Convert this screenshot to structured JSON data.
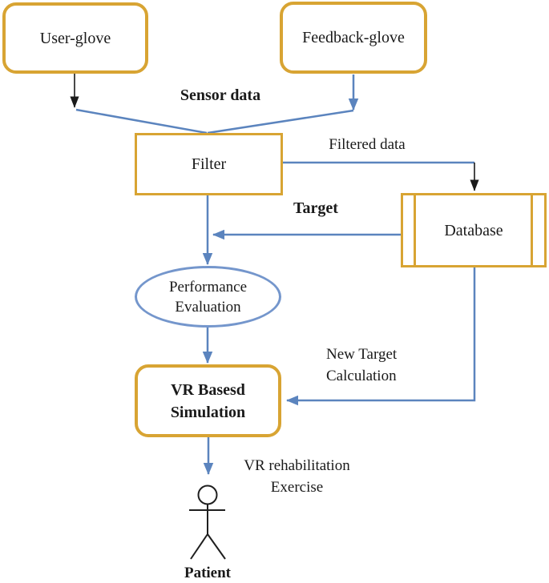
{
  "colors": {
    "node_border_gold": "#D8A433",
    "arrow_blue": "#5B84BE",
    "ellipse_border_blue": "#7496CC",
    "arrow_black": "#1A1A1A"
  },
  "nodes": {
    "user_glove": {
      "label": "User-glove",
      "shape": "rounded-rect"
    },
    "feedback_glove": {
      "label": "Feedback-glove",
      "shape": "rounded-rect"
    },
    "filter": {
      "label": "Filter",
      "shape": "rect"
    },
    "database": {
      "label": "Database",
      "shape": "stored-data-rect"
    },
    "performance_evaluation": {
      "line1": "Performance",
      "line2": "Evaluation",
      "shape": "ellipse"
    },
    "vr_simulation": {
      "line1": "VR Basesd",
      "line2": "Simulation",
      "shape": "rounded-rect"
    },
    "patient": {
      "label": "Patient",
      "shape": "stick-figure"
    }
  },
  "edge_labels": {
    "sensor_data": "Sensor data",
    "filtered_data": "Filtered data",
    "target": "Target",
    "new_target": {
      "line1": "New Target",
      "line2": "Calculation"
    },
    "vr_rehabilitation": {
      "line1": "VR rehabilitation",
      "line2": "Exercise"
    }
  },
  "edges": [
    {
      "from": "user_glove",
      "to": "filter",
      "label": "Sensor data"
    },
    {
      "from": "feedback_glove",
      "to": "filter",
      "label": "Sensor data"
    },
    {
      "from": "filter",
      "to": "database",
      "label": "Filtered data"
    },
    {
      "from": "database",
      "to": "filter-output-line",
      "label": "Target"
    },
    {
      "from": "filter",
      "to": "performance_evaluation",
      "label": ""
    },
    {
      "from": "performance_evaluation",
      "to": "vr_simulation",
      "label": ""
    },
    {
      "from": "database",
      "to": "vr_simulation",
      "label": "New Target Calculation"
    },
    {
      "from": "vr_simulation",
      "to": "patient",
      "label": "VR rehabilitation Exercise"
    }
  ]
}
